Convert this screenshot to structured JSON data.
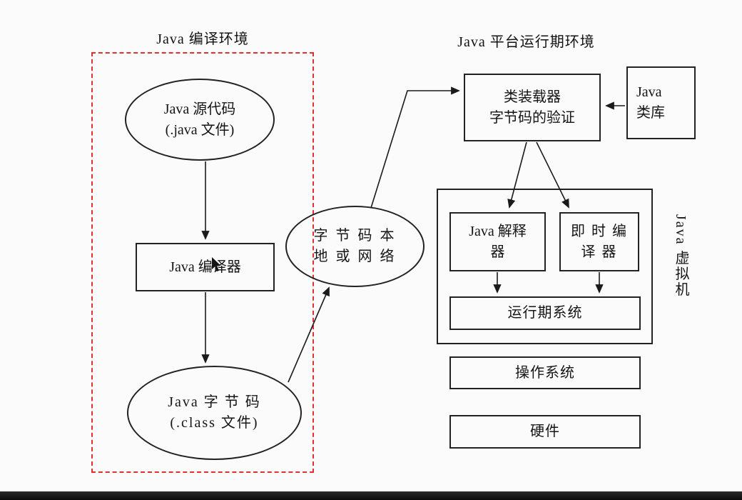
{
  "compile_env": {
    "title": "Java 编译环境",
    "source": "Java 源代码\n(.java 文件)",
    "compiler": "Java 编译器",
    "bytecode": "Java 字 节 码\n(.class 文件)"
  },
  "transfer": {
    "label": "字 节 码 本\n地 或 网 络"
  },
  "runtime_env": {
    "title": "Java 平台运行期环境",
    "class_loader": "类装载器\n字节码的验证",
    "class_library": "Java\n类库",
    "interpreter": "Java 解释\n器",
    "jit": "即 时 编\n译 器",
    "runtime_system": "运行期系统",
    "jvm": "Java 虚拟机",
    "os": "操作系统",
    "hardware": "硬件"
  },
  "colors": {
    "boundary_red": "#e03030",
    "line_black": "#1a1a1a"
  }
}
